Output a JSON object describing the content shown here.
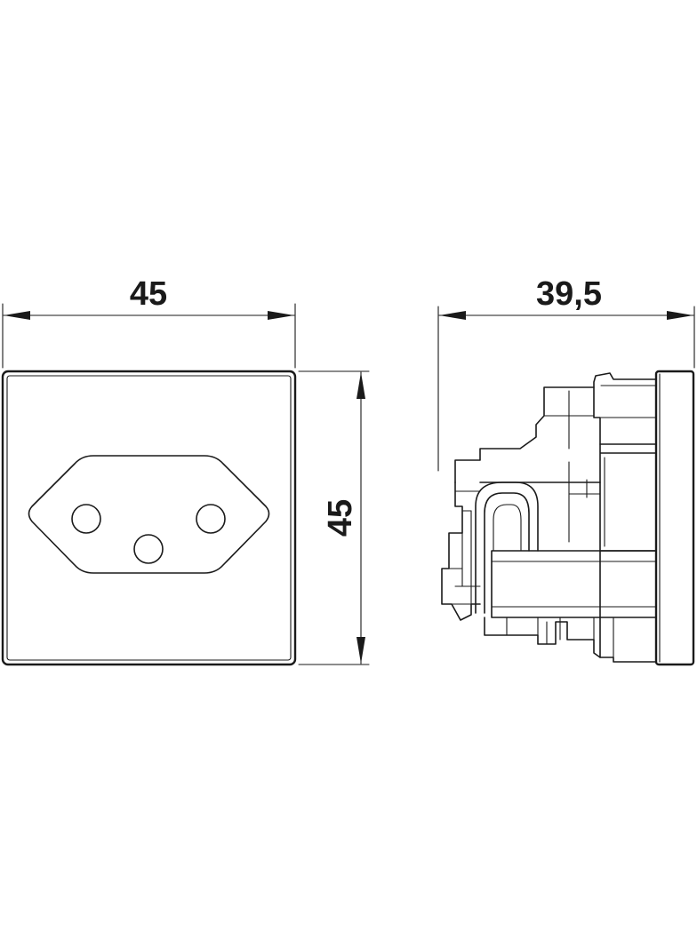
{
  "dimensions": {
    "front_width": "45",
    "front_height": "45",
    "side_depth": "39,5"
  }
}
